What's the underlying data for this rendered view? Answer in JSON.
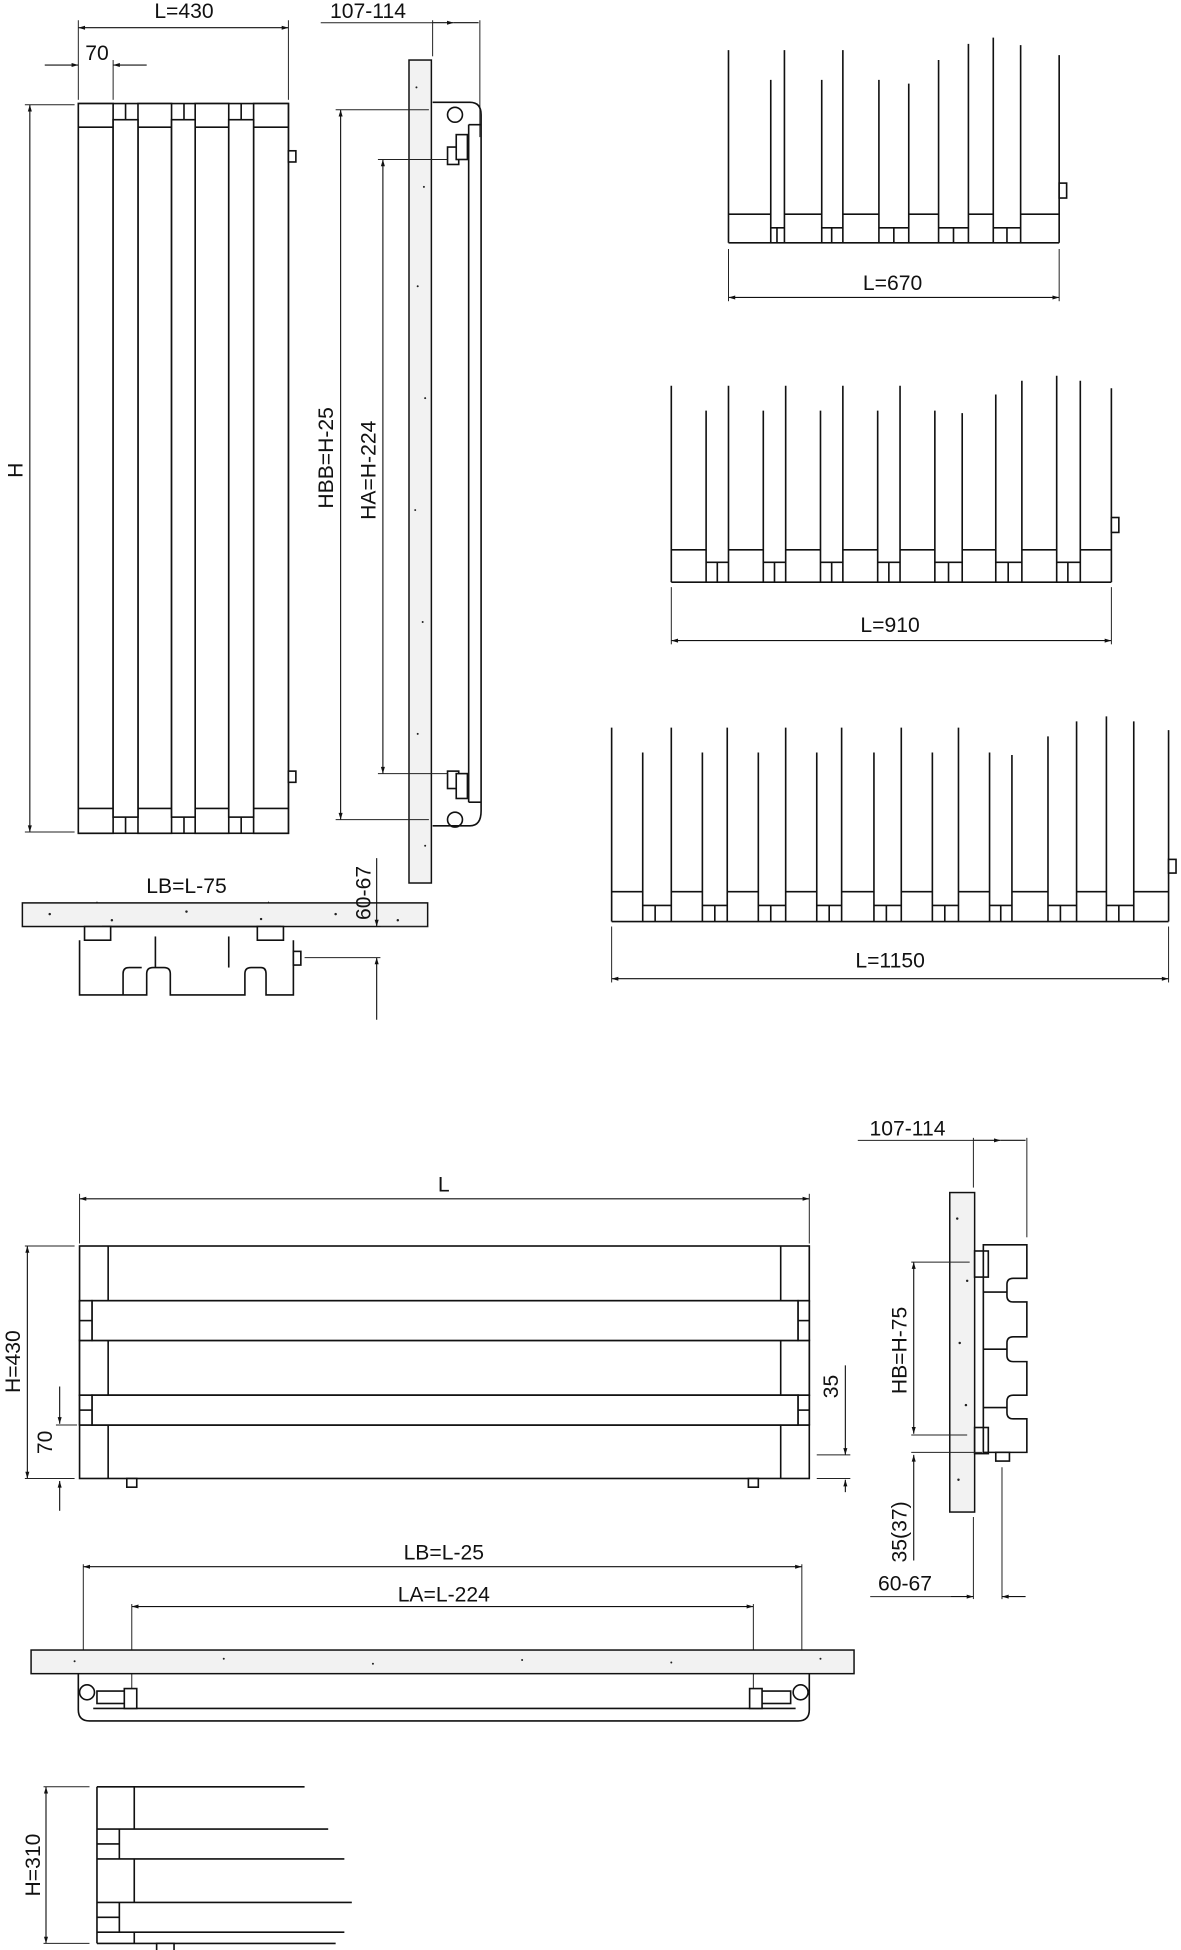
{
  "drawing": {
    "title": "Vertical and horizontal panel radiator technical dimension drawing",
    "line_color": "#111111",
    "background": "#ffffff",
    "wall_fill": "#f2f2f2"
  },
  "vertical_front": {
    "width_label": "L=430",
    "column_label": "70",
    "height_label": "H",
    "columns": 4
  },
  "vertical_side": {
    "depth_label": "107-114",
    "hbb_label": "HBB=H-25",
    "ha_label": "HA=H-224"
  },
  "vertical_top": {
    "lb_label": "LB=L-75",
    "offset_label": "60-67"
  },
  "variants": [
    {
      "label": "L=670",
      "columns": 6
    },
    {
      "label": "L=910",
      "columns": 8
    },
    {
      "label": "L=1150",
      "columns": 10
    }
  ],
  "horizontal_front": {
    "width_label": "L",
    "height_label": "H=430",
    "bottom_label": "70",
    "connection_label": "35",
    "rows": 4
  },
  "horizontal_side": {
    "depth_label": "107-114",
    "hb_label": "HB=H-75",
    "bottom_label": "35(37)",
    "offset_label": "60-67"
  },
  "horizontal_top": {
    "lb_label": "LB=L-25",
    "la_label": "LA=L-224"
  },
  "horizontal_small": {
    "height_label": "H=310",
    "rows": 3
  }
}
